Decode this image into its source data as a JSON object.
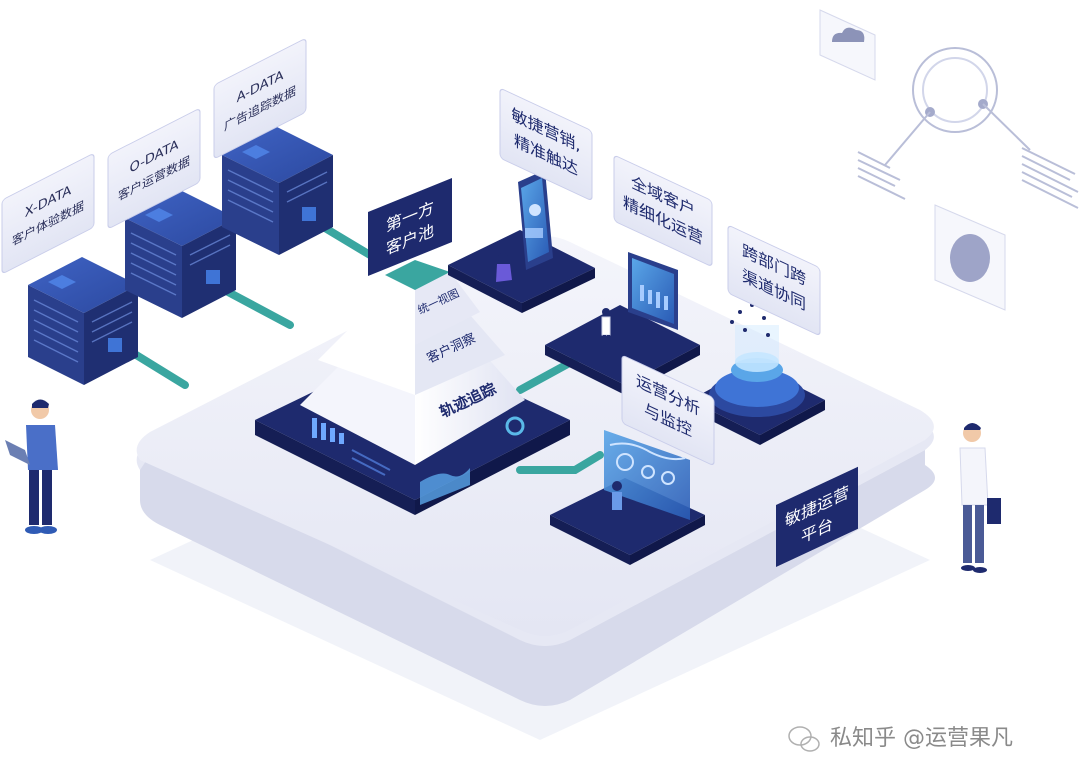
{
  "sources": {
    "x_data": {
      "line1": "X-DATA",
      "line2": "客户体验数据"
    },
    "o_data": {
      "line1": "O-DATA",
      "line2": "客户运营数据"
    },
    "a_data": {
      "line1": "A-DATA",
      "line2": "广告追踪数据"
    }
  },
  "pool_sign": {
    "line1": "第一方",
    "line2": "客户池"
  },
  "pyramid": {
    "tier1": "统一视图",
    "tier2": "客户洞察",
    "tier3": "轨迹追踪"
  },
  "features": {
    "marketing": {
      "line1": "敏捷营销,",
      "line2": "精准触达"
    },
    "fine_ops": {
      "line1": "全域客户",
      "line2": "精细化运营"
    },
    "cross_dept": {
      "line1": "跨部门跨",
      "line2": "渠道协同"
    },
    "analysis": {
      "line1": "运营分析",
      "line2": "与监控"
    }
  },
  "platform_sign": {
    "line1": "敏捷运营",
    "line2": "平台"
  },
  "watermark": "私知乎 @运营果凡",
  "colors": {
    "navy": "#1e2a6e",
    "server_blue": "#2d4ba0",
    "teal": "#3aa6a0",
    "platform": "#eef0f8",
    "sign_bg": "#e9ebf7"
  },
  "icons": [
    "cloud-icon",
    "globe-icon",
    "wechat-icon"
  ]
}
